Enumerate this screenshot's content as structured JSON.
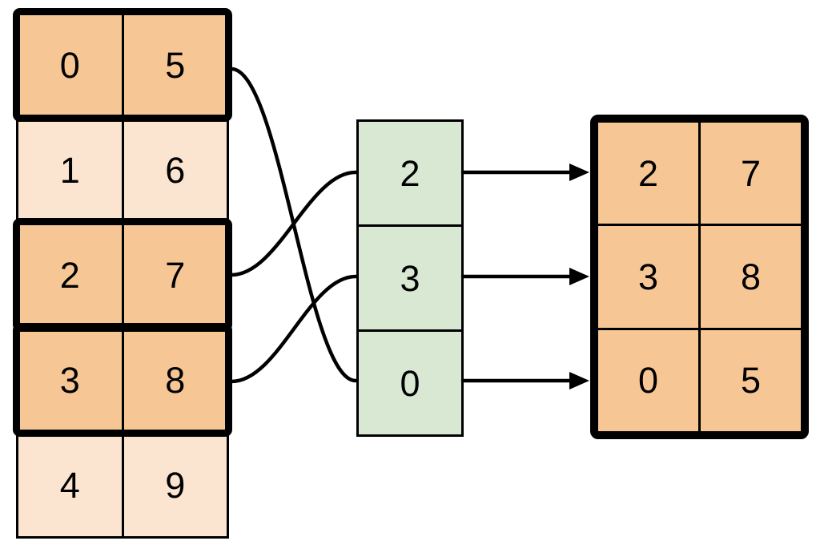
{
  "diagram": {
    "source_table": {
      "rows": [
        {
          "cells": [
            "0",
            "5"
          ],
          "highlighted": true
        },
        {
          "cells": [
            "1",
            "6"
          ],
          "highlighted": false
        },
        {
          "cells": [
            "2",
            "7"
          ],
          "highlighted": true
        },
        {
          "cells": [
            "3",
            "8"
          ],
          "highlighted": true
        },
        {
          "cells": [
            "4",
            "9"
          ],
          "highlighted": false
        }
      ]
    },
    "index_column": {
      "cells": [
        "2",
        "3",
        "0"
      ]
    },
    "result_table": {
      "rows": [
        {
          "cells": [
            "2",
            "7"
          ]
        },
        {
          "cells": [
            "3",
            "8"
          ]
        },
        {
          "cells": [
            "0",
            "5"
          ]
        }
      ]
    },
    "connections": {
      "source_to_index": [
        {
          "from_source_row": 0,
          "to_index_cell": 2
        },
        {
          "from_source_row": 2,
          "to_index_cell": 0
        },
        {
          "from_source_row": 3,
          "to_index_cell": 1
        }
      ],
      "index_to_result": [
        {
          "from_index_cell": 0,
          "to_result_row": 0
        },
        {
          "from_index_cell": 1,
          "to_result_row": 1
        },
        {
          "from_index_cell": 2,
          "to_result_row": 2
        }
      ]
    },
    "colors": {
      "highlight_fill": "#F6C795",
      "dim_fill": "#FBE5D0",
      "index_fill": "#D9E8D3",
      "line": "#000000",
      "background": "#FFFFFF"
    }
  }
}
